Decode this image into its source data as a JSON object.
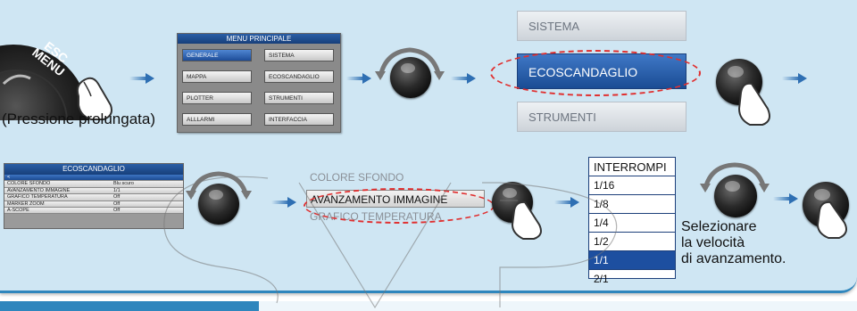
{
  "step1": {
    "esc_key_label_line1": "ESC",
    "esc_key_label_line2": "MENU",
    "caption": "(Pressione prolungata)"
  },
  "main_menu": {
    "title": "MENU PRINCIPALE",
    "buttons": [
      "GENERALE",
      "SISTEMA",
      "MAPPA",
      "ECOSCANDAGLIO",
      "PLOTTER",
      "STRUMENTI",
      "ALLLARMI",
      "INTERFACCIA"
    ],
    "selected": "GENERALE"
  },
  "big_menu": {
    "items": [
      "SISTEMA",
      "ECOSCANDAGLIO",
      "STRUMENTI"
    ],
    "selected": "ECOSCANDAGLIO"
  },
  "eco_menu": {
    "title": "ECOSCANDAGLIO",
    "back_label": "<",
    "rows": [
      {
        "label": "COLORE SFONDO",
        "value": "Blu scuro"
      },
      {
        "label": "AVANZAMENTO IMMAGINE",
        "value": "1/1"
      },
      {
        "label": "GRAFICO TEMPERATURA",
        "value": "Off"
      },
      {
        "label": "MARKER ZOOM",
        "value": "Off"
      },
      {
        "label": "A-SCOPE",
        "value": "Off"
      }
    ]
  },
  "avanzamento_list": {
    "items": [
      "COLORE SFONDO",
      "AVANZAMENTO IMMAGINE",
      "GRAFICO TEMPERATURA"
    ],
    "selected": "AVANZAMENTO IMMAGINE"
  },
  "speed_menu": {
    "header": "INTERROMPI",
    "items": [
      "1/16",
      "1/8",
      "1/4",
      "1/2",
      "1/1",
      "2/1"
    ],
    "selected": "1/1"
  },
  "instruction": {
    "line1": "Selezionare",
    "line2": "la velocità",
    "line3": "di avanzamento."
  },
  "colors": {
    "panel_bg": "#cfe6f3",
    "accent_blue": "#2f86bd",
    "selection_blue": "#1d4fa0",
    "highlight_dash": "#e03030"
  }
}
